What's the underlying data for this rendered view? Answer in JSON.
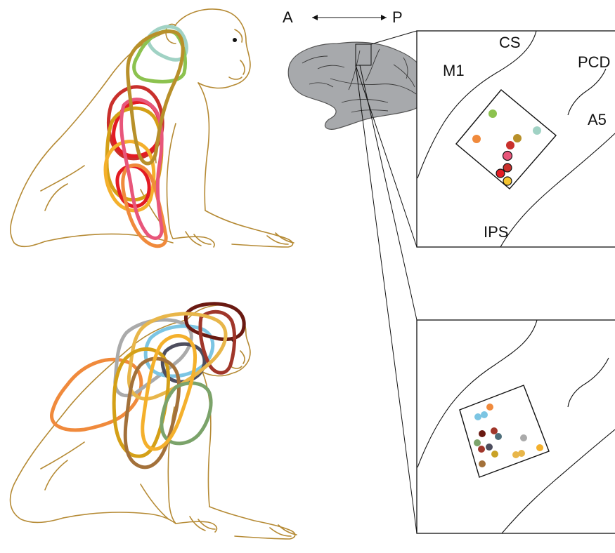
{
  "labels": {
    "anterior": "A",
    "posterior": "P",
    "cs": "CS",
    "m1": "M1",
    "pcd": "PCD",
    "a5": "A5",
    "ips": "IPS"
  },
  "colors": {
    "monkey_outline": "#b58a34",
    "brain_fill": "#a7a9ac",
    "line": "#111111"
  },
  "panels": [
    {
      "name": "top",
      "receptive_fields": [
        {
          "color": "#a0d2c4"
        },
        {
          "color": "#8cc24f"
        },
        {
          "color": "#c9302c"
        },
        {
          "color": "#e31b23"
        },
        {
          "color": "#d4a017"
        },
        {
          "color": "#f4b02c"
        },
        {
          "color": "#f08a3c"
        },
        {
          "color": "#e8567a"
        },
        {
          "color": "#b8902a"
        }
      ],
      "electrode_sites": [
        {
          "color": "#8cc24f"
        },
        {
          "color": "#f08a3c"
        },
        {
          "color": "#b8902a"
        },
        {
          "color": "#a0d2c4"
        },
        {
          "color": "#c9302c"
        },
        {
          "color": "#e8567a"
        },
        {
          "color": "#c9302c"
        },
        {
          "color": "#e31b23"
        },
        {
          "color": "#f4c431"
        }
      ]
    },
    {
      "name": "bottom",
      "receptive_fields": [
        {
          "color": "#f08a3c"
        },
        {
          "color": "#aaaaaa"
        },
        {
          "color": "#7cc5e3"
        },
        {
          "color": "#4e4e5e"
        },
        {
          "color": "#6a1a12"
        },
        {
          "color": "#a0362a"
        },
        {
          "color": "#e8b64a"
        },
        {
          "color": "#d4a017"
        },
        {
          "color": "#a3713a"
        },
        {
          "color": "#7ba36a"
        },
        {
          "color": "#f4b02c"
        }
      ],
      "electrode_sites": [
        {
          "color": "#7cc5e3"
        },
        {
          "color": "#f08a3c"
        },
        {
          "color": "#6a1a12"
        },
        {
          "color": "#a0362a"
        },
        {
          "color": "#4e6e7a"
        },
        {
          "color": "#7ba36a"
        },
        {
          "color": "#a0362a"
        },
        {
          "color": "#4e4e5e"
        },
        {
          "color": "#c9a227"
        },
        {
          "color": "#a3713a"
        },
        {
          "color": "#aaaaaa"
        },
        {
          "color": "#f4b02c"
        },
        {
          "color": "#e8b64a"
        },
        {
          "color": "#e8b64a"
        }
      ]
    }
  ]
}
